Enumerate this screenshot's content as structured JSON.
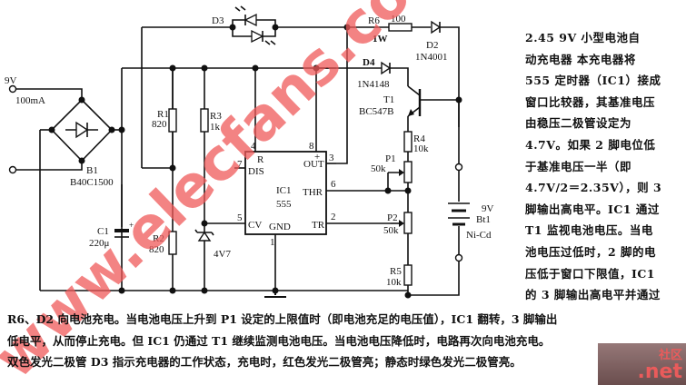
{
  "figure": {
    "number": "2.45",
    "title": "9V 小型电池自动充电器",
    "description_side": [
      "2.45    9V 小型电池自",
      "动充电器    本充电器将",
      "555 定时器（IC1）接成",
      "窗口比较器，其基准电压",
      "由稳压二极管设定为",
      "4.7V。如果 2 脚电位低",
      "于基准电压一半（即",
      "4.7V/2＝2.35V），则 3",
      "脚输出高电平。IC1 通过",
      "T1 监视电池电压。当电",
      "池电压过低时，2 脚的电",
      "压低于窗口下限值，IC1",
      "的 3 脚输出高电平并通过"
    ],
    "description_bottom": [
      "R6、D2 向电池充电。当电池电压上升到 P1 设定的上限值时（即电池充足的电压值），IC1 翻转，3 脚输出",
      "低电平，从而停止充电。但 IC1 仍通过 T1 继续监测电池电压。当电池电压降低时，电路再次向电池充电。",
      "双色发光二极管 D3 指示充电器的工作状态，充电时，红色发光二极管亮；静态时绿色发光二极管亮。"
    ]
  },
  "schematic": {
    "input": {
      "voltage": "9V",
      "current": "100mA"
    },
    "components": {
      "B1": {
        "ref": "B1",
        "value": "B40C1500"
      },
      "C1": {
        "ref": "C1",
        "value": "220μ"
      },
      "R1": {
        "ref": "R1",
        "value": "820"
      },
      "R2": {
        "ref": "R2",
        "value": "820"
      },
      "R3": {
        "ref": "R3",
        "value": "1k"
      },
      "R4": {
        "ref": "R4",
        "value": "10k"
      },
      "R5": {
        "ref": "R5",
        "value": "10k"
      },
      "R6": {
        "ref": "R6",
        "value": "100",
        "power": "1W"
      },
      "P1": {
        "ref": "P1",
        "value": "50k"
      },
      "P2": {
        "ref": "P2",
        "value": "50k"
      },
      "D2": {
        "ref": "D2",
        "value": "1N4001"
      },
      "D3": {
        "ref": "D3"
      },
      "D4": {
        "ref": "D4",
        "value": "1N4148"
      },
      "T1": {
        "ref": "T1",
        "value": "BC547B"
      },
      "Zener": {
        "value": "4V7"
      },
      "IC1": {
        "ref": "IC1",
        "value": "555"
      },
      "Bt1": {
        "ref": "Bt1",
        "value": "9V",
        "type": "Ni-Cd"
      }
    },
    "ic_pins": {
      "R": "R",
      "R_num": "4",
      "DIS": "DIS",
      "DIS_num": "7",
      "OUT": "OUT",
      "OUT_num": "3",
      "VCC_num": "8",
      "plus": "+",
      "THR": "THR",
      "THR_num": "6",
      "CV": "CV",
      "CV_num": "5",
      "GND": "GND",
      "GND_num": "1",
      "TR": "TR",
      "TR_num": "2"
    }
  },
  "watermark": {
    "text": "www.elecfans.com",
    "logo": ".net",
    "logo_top": "社区"
  }
}
